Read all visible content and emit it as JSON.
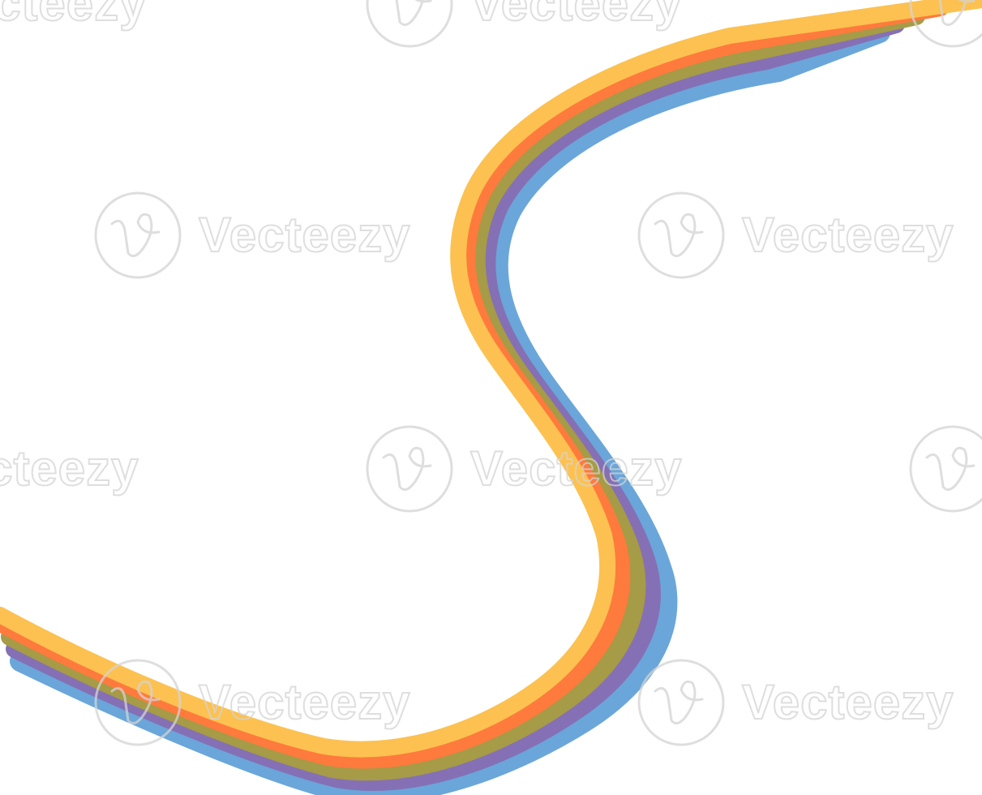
{
  "watermark": {
    "brand": "Vecteezy",
    "color": "#d4d4d4"
  },
  "ribbon": {
    "bands": [
      {
        "name": "blue",
        "color": "#6aa6d9"
      },
      {
        "name": "purple",
        "color": "#8570b5"
      },
      {
        "name": "olive",
        "color": "#a69b46"
      },
      {
        "name": "orange",
        "color": "#ff7a3d"
      },
      {
        "name": "yellow",
        "color": "#fcc150"
      }
    ]
  }
}
